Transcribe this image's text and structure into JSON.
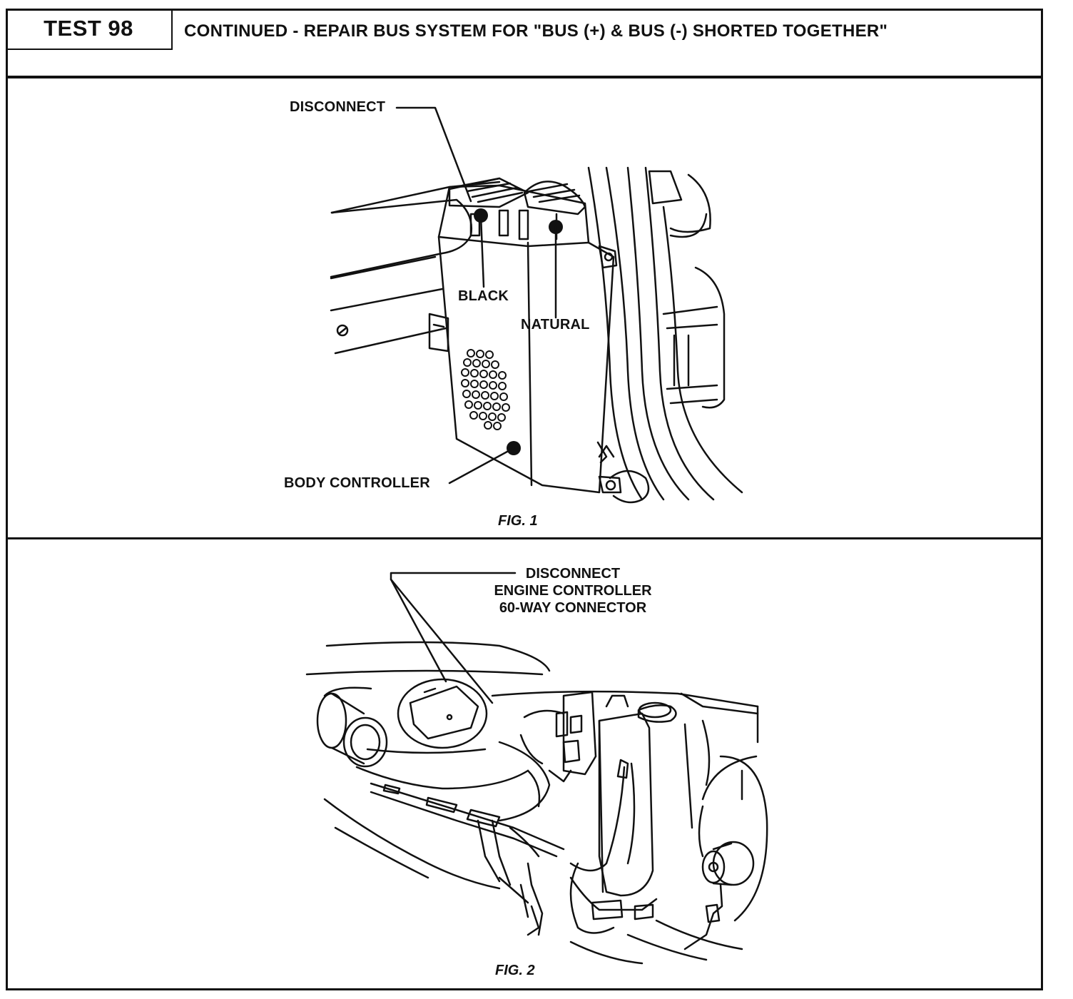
{
  "header": {
    "test_label": "TEST 98",
    "title": "CONTINUED - REPAIR BUS SYSTEM FOR \"BUS (+) & BUS (-) SHORTED TOGETHER\""
  },
  "fig1": {
    "disconnect_label": "DISCONNECT",
    "black_label": "BLACK",
    "natural_label": "NATURAL",
    "body_controller_label": "BODY CONTROLLER",
    "caption": "FIG. 1"
  },
  "fig2": {
    "callout_line1": "DISCONNECT",
    "callout_line2": "ENGINE CONTROLLER",
    "callout_line3": "60-WAY CONNECTOR",
    "caption": "FIG. 2"
  },
  "colors": {
    "ink": "#111111",
    "background": "#ffffff"
  }
}
